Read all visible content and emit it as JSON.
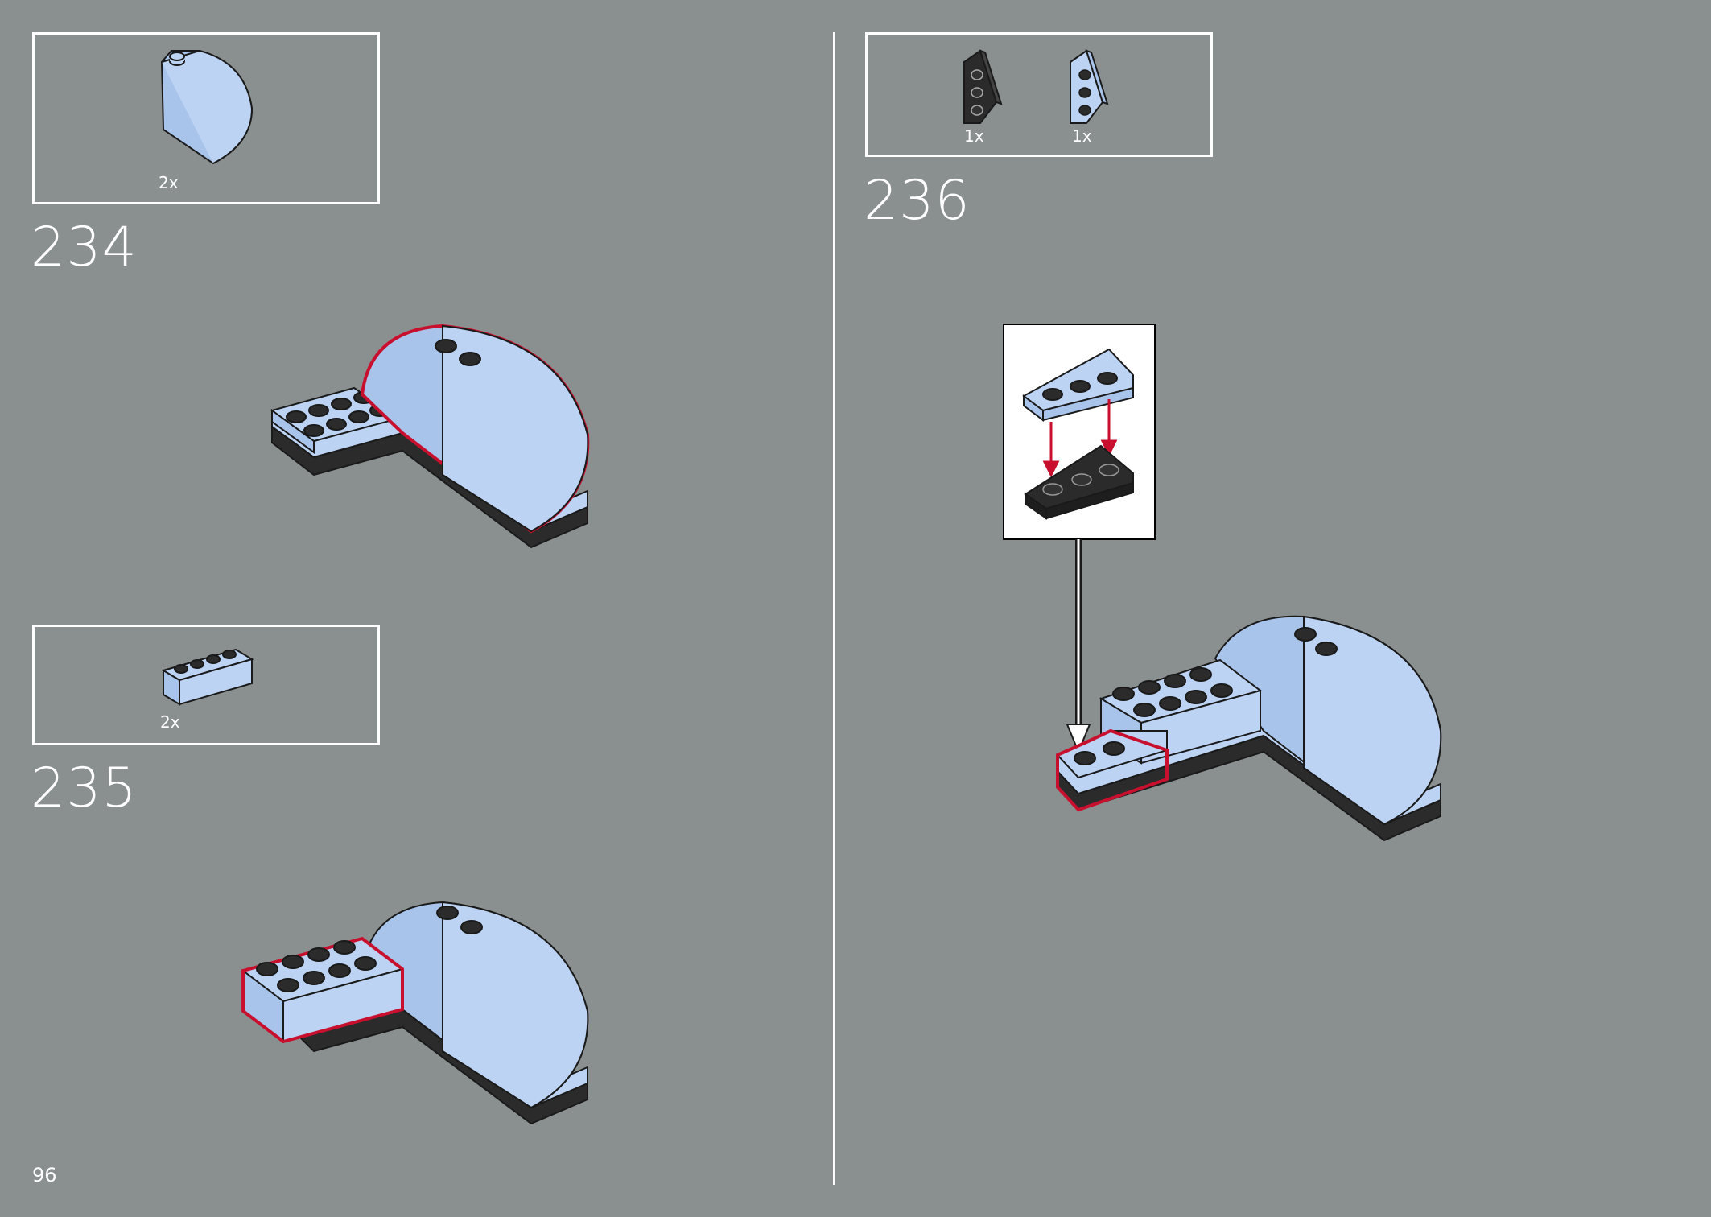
{
  "page_number": "96",
  "colors": {
    "background": "#8a8f90",
    "brick_light_blue": "#a9c4ea",
    "brick_light_blue_top": "#bcd3f3",
    "brick_black": "#2b2b2b",
    "highlight_red": "#c8102e",
    "outline": "#ffffff"
  },
  "steps": [
    {
      "number": "234",
      "parts": [
        {
          "name": "light-blue-curved-slope",
          "qty": "2x"
        }
      ]
    },
    {
      "number": "235",
      "parts": [
        {
          "name": "light-blue-brick-1x4",
          "qty": "2x"
        }
      ]
    },
    {
      "number": "236",
      "parts": [
        {
          "name": "black-wedge-plate",
          "qty": "1x"
        },
        {
          "name": "light-blue-wedge-plate",
          "qty": "1x"
        }
      ]
    }
  ]
}
